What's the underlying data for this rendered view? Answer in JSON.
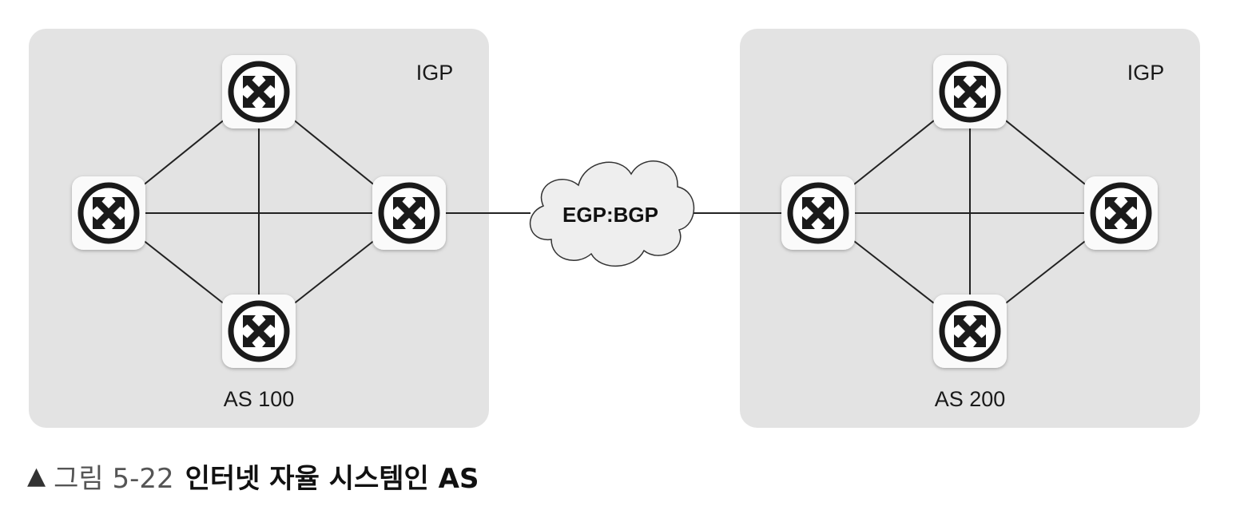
{
  "networks": [
    {
      "id": "as100",
      "protocol_label": "IGP",
      "as_label": "AS 100",
      "routers": [
        "top",
        "left",
        "right",
        "bottom"
      ],
      "links": [
        [
          "top",
          "left"
        ],
        [
          "top",
          "right"
        ],
        [
          "top",
          "bottom"
        ],
        [
          "left",
          "right"
        ],
        [
          "left",
          "bottom"
        ],
        [
          "right",
          "bottom"
        ]
      ]
    },
    {
      "id": "as200",
      "protocol_label": "IGP",
      "as_label": "AS 200",
      "routers": [
        "top",
        "left",
        "right",
        "bottom"
      ],
      "links": [
        [
          "top",
          "left"
        ],
        [
          "top",
          "right"
        ],
        [
          "top",
          "bottom"
        ],
        [
          "left",
          "right"
        ],
        [
          "left",
          "bottom"
        ],
        [
          "right",
          "bottom"
        ]
      ]
    }
  ],
  "interconnect": {
    "label": "EGP:BGP",
    "from": "as100.right",
    "to": "as200.left"
  },
  "caption": {
    "marker": "▲",
    "figure_label": "그림 5-22",
    "title": "인터넷 자율 시스템인 AS"
  },
  "colors": {
    "region_fill": "#e3e3e3",
    "link": "#222222",
    "router_tile": "#fafafa",
    "router_icon": "#1a1a1a",
    "cloud_fill": "#eeeeee",
    "cloud_stroke": "#333333"
  },
  "icons": {
    "router": "router-cross-arrows-icon",
    "cloud": "cloud-icon"
  }
}
